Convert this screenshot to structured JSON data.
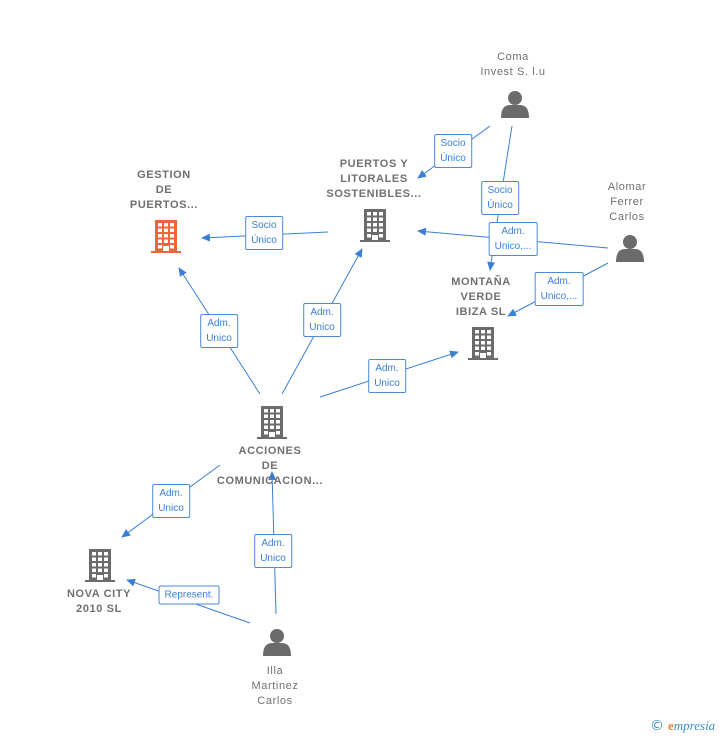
{
  "colors": {
    "edge": "#3a7fd4",
    "icon": "#6b6b6b",
    "highlight": "#f0643c",
    "label": "#707070"
  },
  "nodes": {
    "gestion": {
      "type": "company",
      "highlight": true,
      "label": [
        "GESTION",
        "DE",
        "PUERTOS..."
      ]
    },
    "puertos": {
      "type": "company",
      "highlight": false,
      "label": [
        "PUERTOS Y",
        "LITORALES",
        "SOSTENIBLES..."
      ]
    },
    "coma": {
      "type": "person",
      "highlight": false,
      "label": [
        "Coma",
        "Invest S. l.u"
      ]
    },
    "alomar": {
      "type": "person",
      "highlight": false,
      "label": [
        "Alomar",
        "Ferrer",
        "Carlos"
      ]
    },
    "montana": {
      "type": "company",
      "highlight": false,
      "label": [
        "MONTAÑA",
        "VERDE",
        "IBIZA  SL"
      ]
    },
    "acciones": {
      "type": "company",
      "highlight": false,
      "label": [
        "ACCIONES",
        "DE",
        "COMUNICACION..."
      ]
    },
    "nova": {
      "type": "company",
      "highlight": false,
      "label": [
        "NOVA CITY",
        "2010 SL"
      ]
    },
    "illa": {
      "type": "person",
      "highlight": false,
      "label": [
        "Illa",
        "Martinez",
        "Carlos"
      ]
    }
  },
  "edges": [
    {
      "from": "puertos",
      "to": "gestion",
      "label": [
        "Socio",
        "Único"
      ]
    },
    {
      "from": "coma",
      "to": "puertos",
      "label": [
        "Socio",
        "Único"
      ]
    },
    {
      "from": "coma",
      "to": "montana",
      "label": [
        "Socio",
        "Único"
      ]
    },
    {
      "from": "alomar",
      "to": "puertos",
      "label": [
        "Adm.",
        "Unico,..."
      ]
    },
    {
      "from": "alomar",
      "to": "montana",
      "label": [
        "Adm.",
        "Unico,..."
      ]
    },
    {
      "from": "acciones",
      "to": "gestion",
      "label": [
        "Adm.",
        "Unico"
      ]
    },
    {
      "from": "acciones",
      "to": "puertos",
      "label": [
        "Adm.",
        "Unico"
      ]
    },
    {
      "from": "acciones",
      "to": "montana",
      "label": [
        "Adm.",
        "Unico"
      ]
    },
    {
      "from": "acciones",
      "to": "nova",
      "label": [
        "Adm.",
        "Unico"
      ]
    },
    {
      "from": "illa",
      "to": "acciones",
      "label": [
        "Adm.",
        "Unico"
      ]
    },
    {
      "from": "illa",
      "to": "nova",
      "label": [
        "Represent."
      ]
    }
  ],
  "brand": {
    "copyright": "©",
    "first_letter": "e",
    "rest": "mpresia"
  }
}
